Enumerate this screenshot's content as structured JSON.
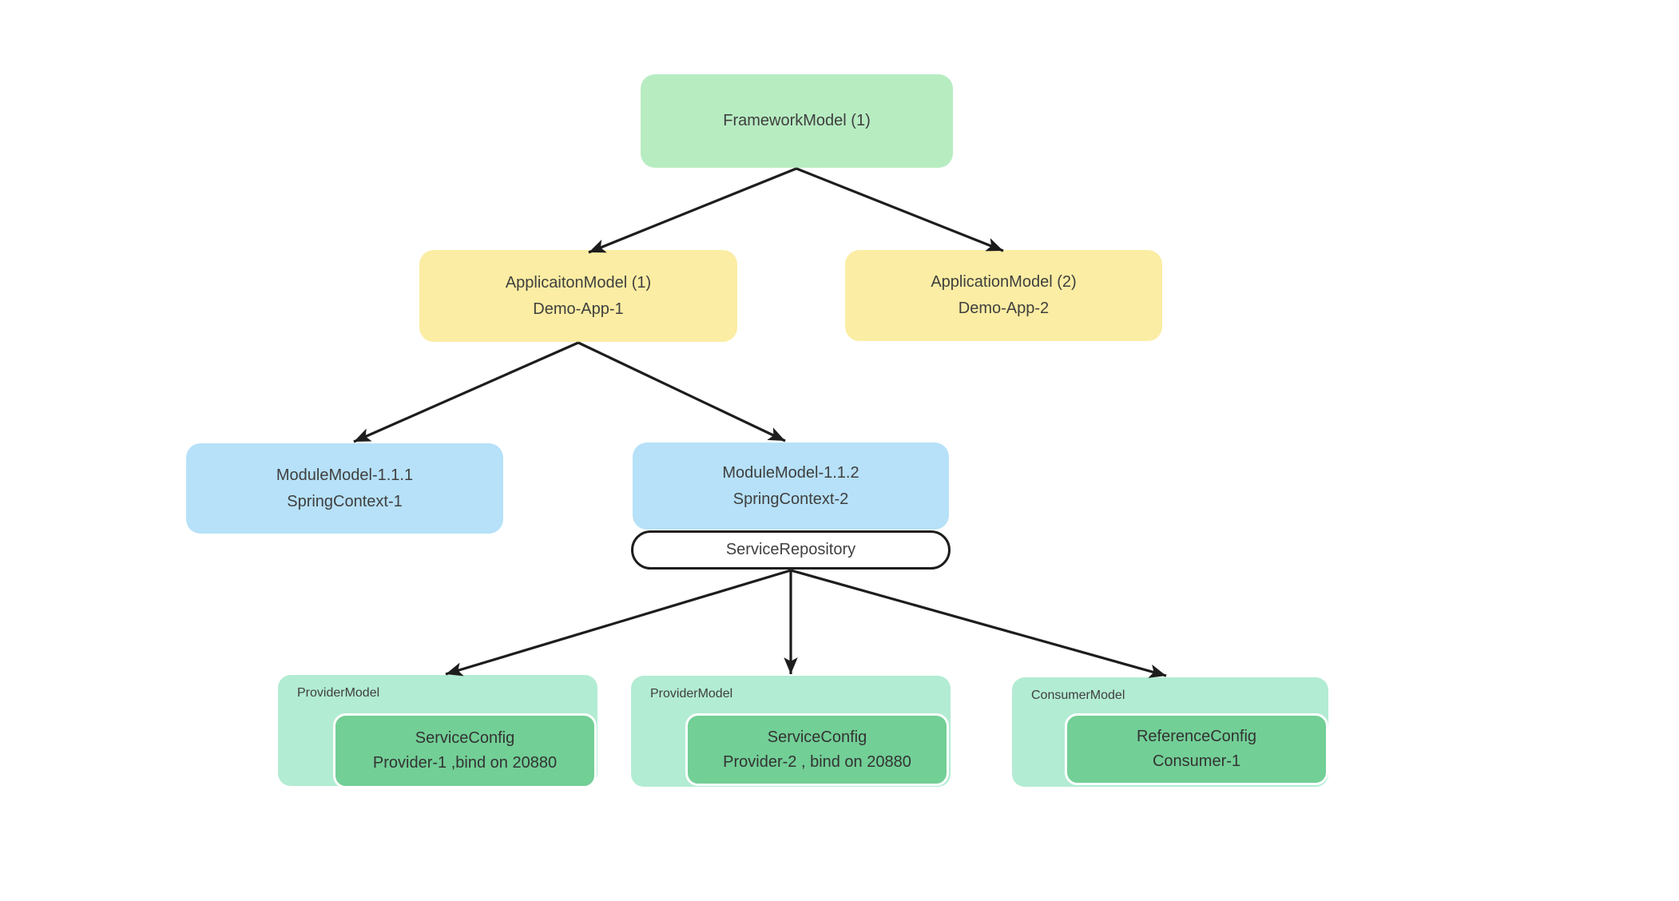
{
  "colors": {
    "framework": "#b7ecc1",
    "application": "#fbeda3",
    "module": "#b6e1f8",
    "model_container": "#b2ecd3",
    "config": "#72cf96",
    "repository_fill": "#ffffff",
    "repository_border": "#1d1d1d",
    "arrow": "#1d1d1d",
    "text": "#3f3f3f",
    "config_text": "#333333"
  },
  "nodes": {
    "framework": {
      "label": "FrameworkModel (1)"
    },
    "app1": {
      "line1": "ApplicaitonModel (1)",
      "line2": "Demo-App-1"
    },
    "app2": {
      "line1": "ApplicationModel (2)",
      "line2": "Demo-App-2"
    },
    "module1": {
      "line1": "ModuleModel-1.1.1",
      "line2": "SpringContext-1"
    },
    "module2": {
      "line1": "ModuleModel-1.1.2",
      "line2": "SpringContext-2"
    },
    "service_repository": {
      "label": "ServiceRepository"
    },
    "provider1": {
      "label": "ProviderModel",
      "config_line1": "ServiceConfig",
      "config_line2": "Provider-1 ,bind on 20880"
    },
    "provider2": {
      "label": "ProviderModel",
      "config_line1": "ServiceConfig",
      "config_line2": "Provider-2 , bind on 20880"
    },
    "consumer1": {
      "label": "ConsumerModel",
      "config_line1": "ReferenceConfig",
      "config_line2": "Consumer-1"
    }
  },
  "edges": [
    {
      "from": "FrameworkModel (1)",
      "to": "ApplicaitonModel (1)"
    },
    {
      "from": "FrameworkModel (1)",
      "to": "ApplicationModel (2)"
    },
    {
      "from": "ApplicaitonModel (1)",
      "to": "ModuleModel-1.1.1"
    },
    {
      "from": "ApplicaitonModel (1)",
      "to": "ModuleModel-1.1.2"
    },
    {
      "from": "ServiceRepository",
      "to": "ProviderModel / Provider-1"
    },
    {
      "from": "ServiceRepository",
      "to": "ProviderModel / Provider-2"
    },
    {
      "from": "ServiceRepository",
      "to": "ConsumerModel / Consumer-1"
    }
  ]
}
